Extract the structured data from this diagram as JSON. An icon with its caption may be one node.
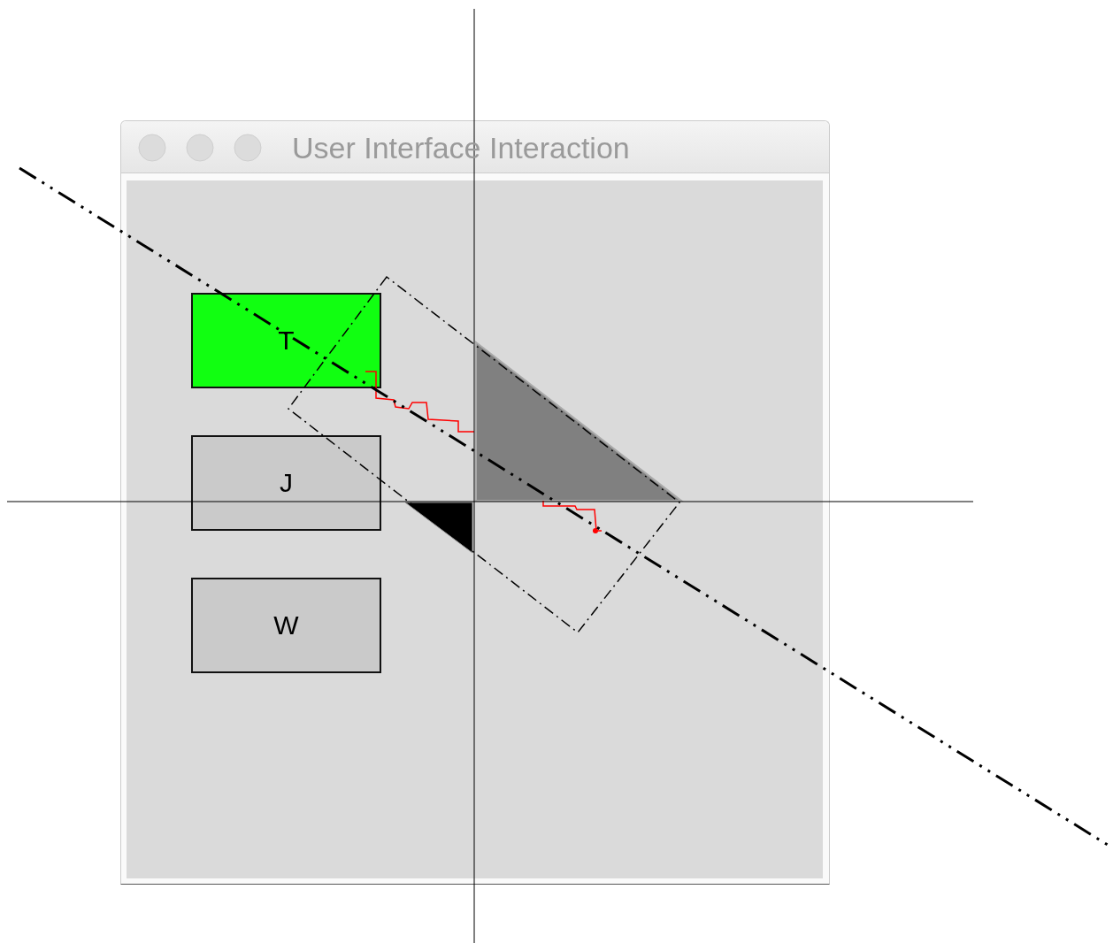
{
  "diagram": {
    "title": "User Interface Interaction",
    "nodes": [
      {
        "text": [
          "T"
        ]
      },
      {
        "text": [
          "J"
        ]
      },
      {
        "text": [
          "W"
        ]
      }
    ]
  }
}
